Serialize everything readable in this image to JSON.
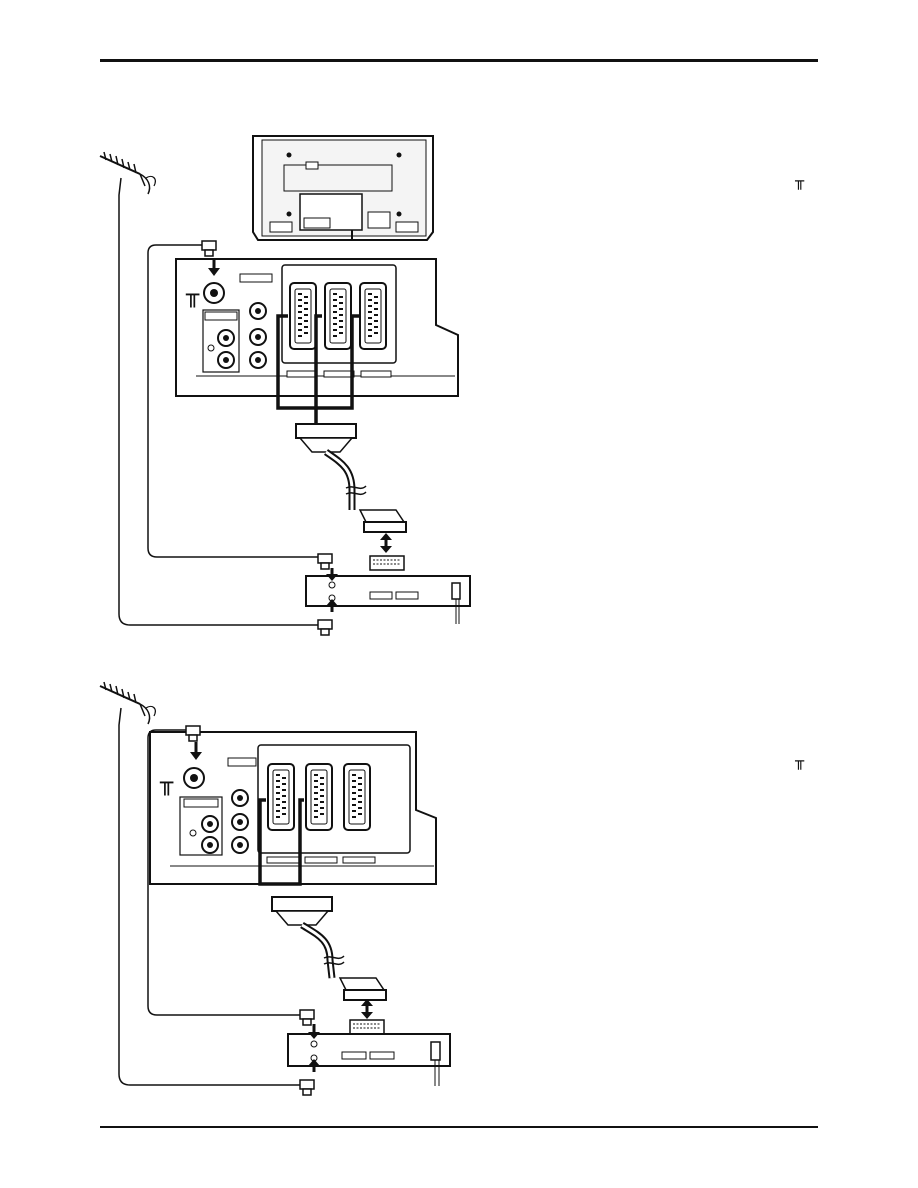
{
  "page": {
    "symbols": {
      "rf_symbol_side_top": "╥",
      "rf_symbol_side_bottom": "╥"
    }
  },
  "figures": [
    {
      "id": "figure-1",
      "description_visible_text": "",
      "scart_connections_to_tv": 3
    },
    {
      "id": "figure-2",
      "description_visible_text": "",
      "scart_connections_to_tv": 2
    }
  ],
  "icons": [
    "aerial-icon",
    "tv-back-panel-icon",
    "rf-plug-icon",
    "scart-plug-icon",
    "vcr-icon",
    "double-arrow-icon",
    "arrow-down-icon",
    "arrow-up-icon"
  ]
}
